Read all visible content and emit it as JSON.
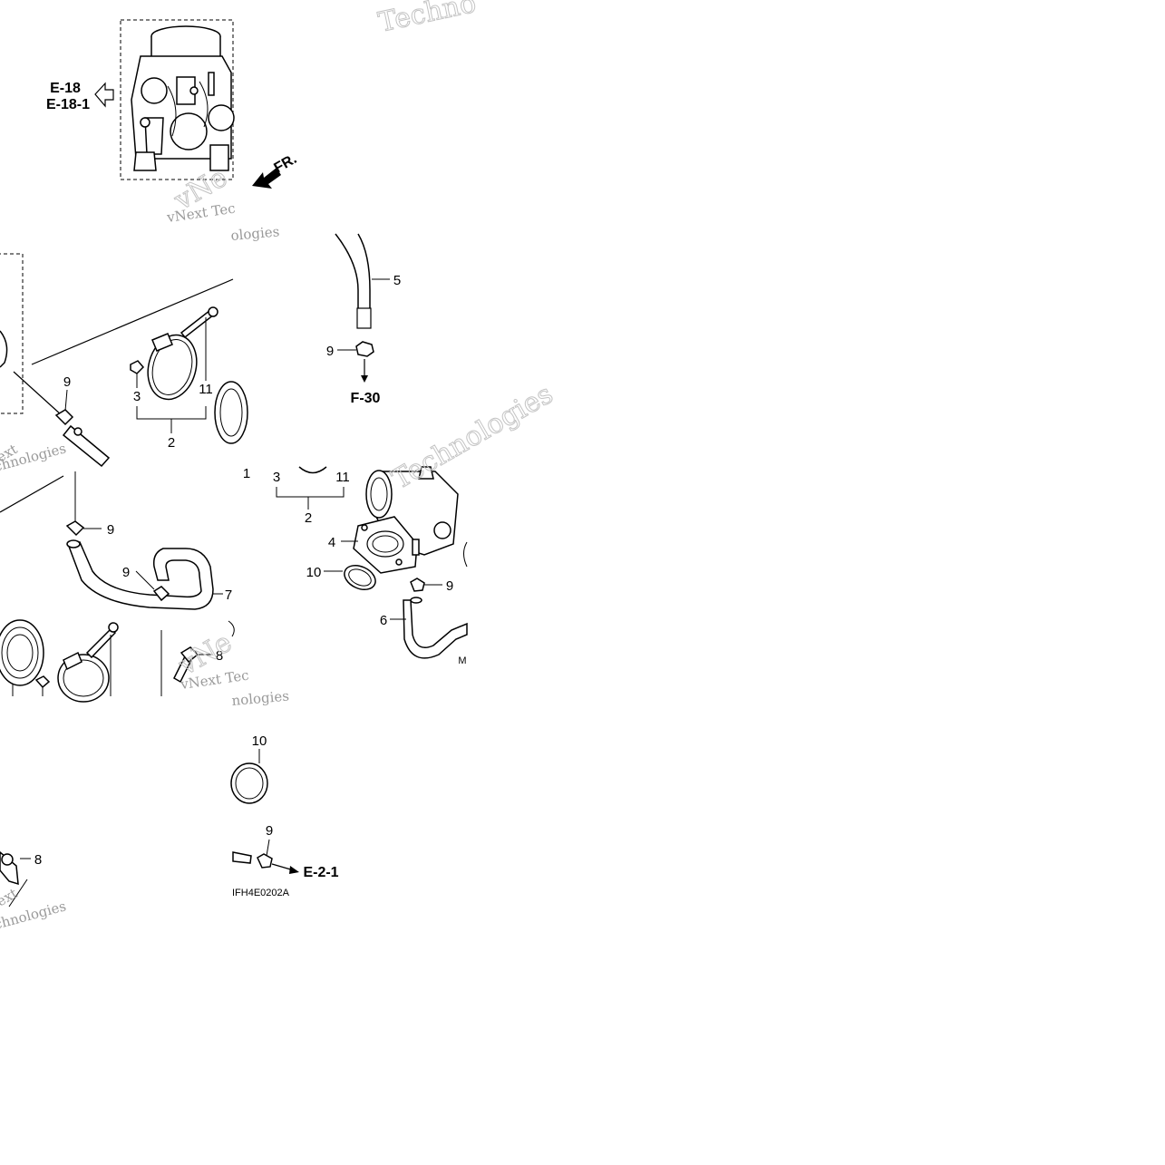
{
  "refs": {
    "e18": "E-18",
    "e18_1": "E-18-1",
    "f30": "F-30",
    "e2_1": "E-2-1",
    "fr": "FR."
  },
  "callouts": {
    "top_9": "9",
    "top_3": "3",
    "top_11": "11",
    "top_2": "2",
    "hose_5": "5",
    "hose_9": "9",
    "mid_1": "1",
    "mid_3": "3",
    "mid_11": "11",
    "mid_2": "2",
    "mid_4": "4",
    "mid_10": "10",
    "mid_9": "9",
    "mid_6": "6",
    "mid_m": "M",
    "left_9a": "9",
    "left_9b": "9",
    "left_7": "7",
    "left_8": "8",
    "bot_10": "10",
    "bot_9": "9",
    "bot_8": "8"
  },
  "diagram_code": "IFH4E0202A",
  "watermarks": [
    "vNext Tec",
    "ologies",
    "Techno",
    "Technologies",
    "ext",
    "chnologies",
    "vNext Tec",
    "nologies",
    "ext",
    "chnologies"
  ],
  "colors": {
    "line": "#000000",
    "watermark": "#9a9a9a"
  }
}
